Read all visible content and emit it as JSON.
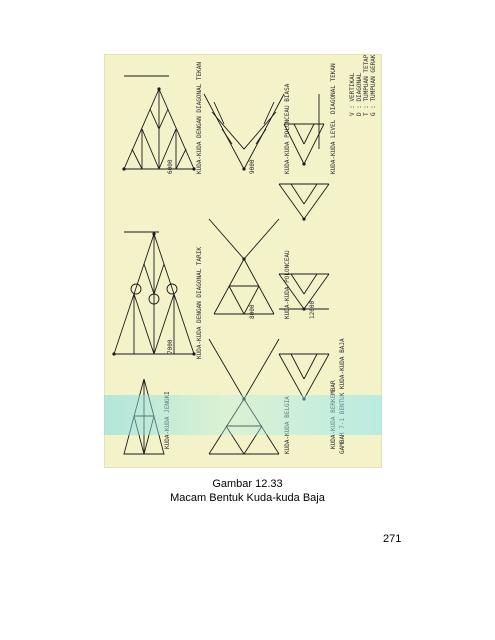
{
  "figure": {
    "caption_line1": "Gambar 12.33",
    "caption_line2": "Macam Bentuk  Kuda-kuda Baja",
    "drawing_labels": [
      "KUDA-KUDA DENGAN DIAGONAL TEKAN",
      "KUDA-KUDA DENGAN DIAGONAL TARIK",
      "KUDA-KUDA POLONCEAU",
      "KUDA-KUDA POLONCEAU BIASA",
      "KUDA-KUDA JENGKI",
      "KUDA-KUDA BELGIA",
      "KUDA-KUDA BERKEMBAR",
      "KUDA-KUDA LEVEL",
      "DIAGONAL TEKAN",
      "GAMBAR 7-1 BENTUK KUDA-KUDA BAJA"
    ],
    "legend_lines": [
      "V : VERTIKAL",
      "D : DIAGONAL",
      "T : TUMPUAN TETAP",
      "G : TUMPUAN GERAK"
    ],
    "dimension_labels": [
      "6000",
      "7000",
      "8000",
      "9000",
      "12000"
    ]
  },
  "page": {
    "number": "271"
  }
}
